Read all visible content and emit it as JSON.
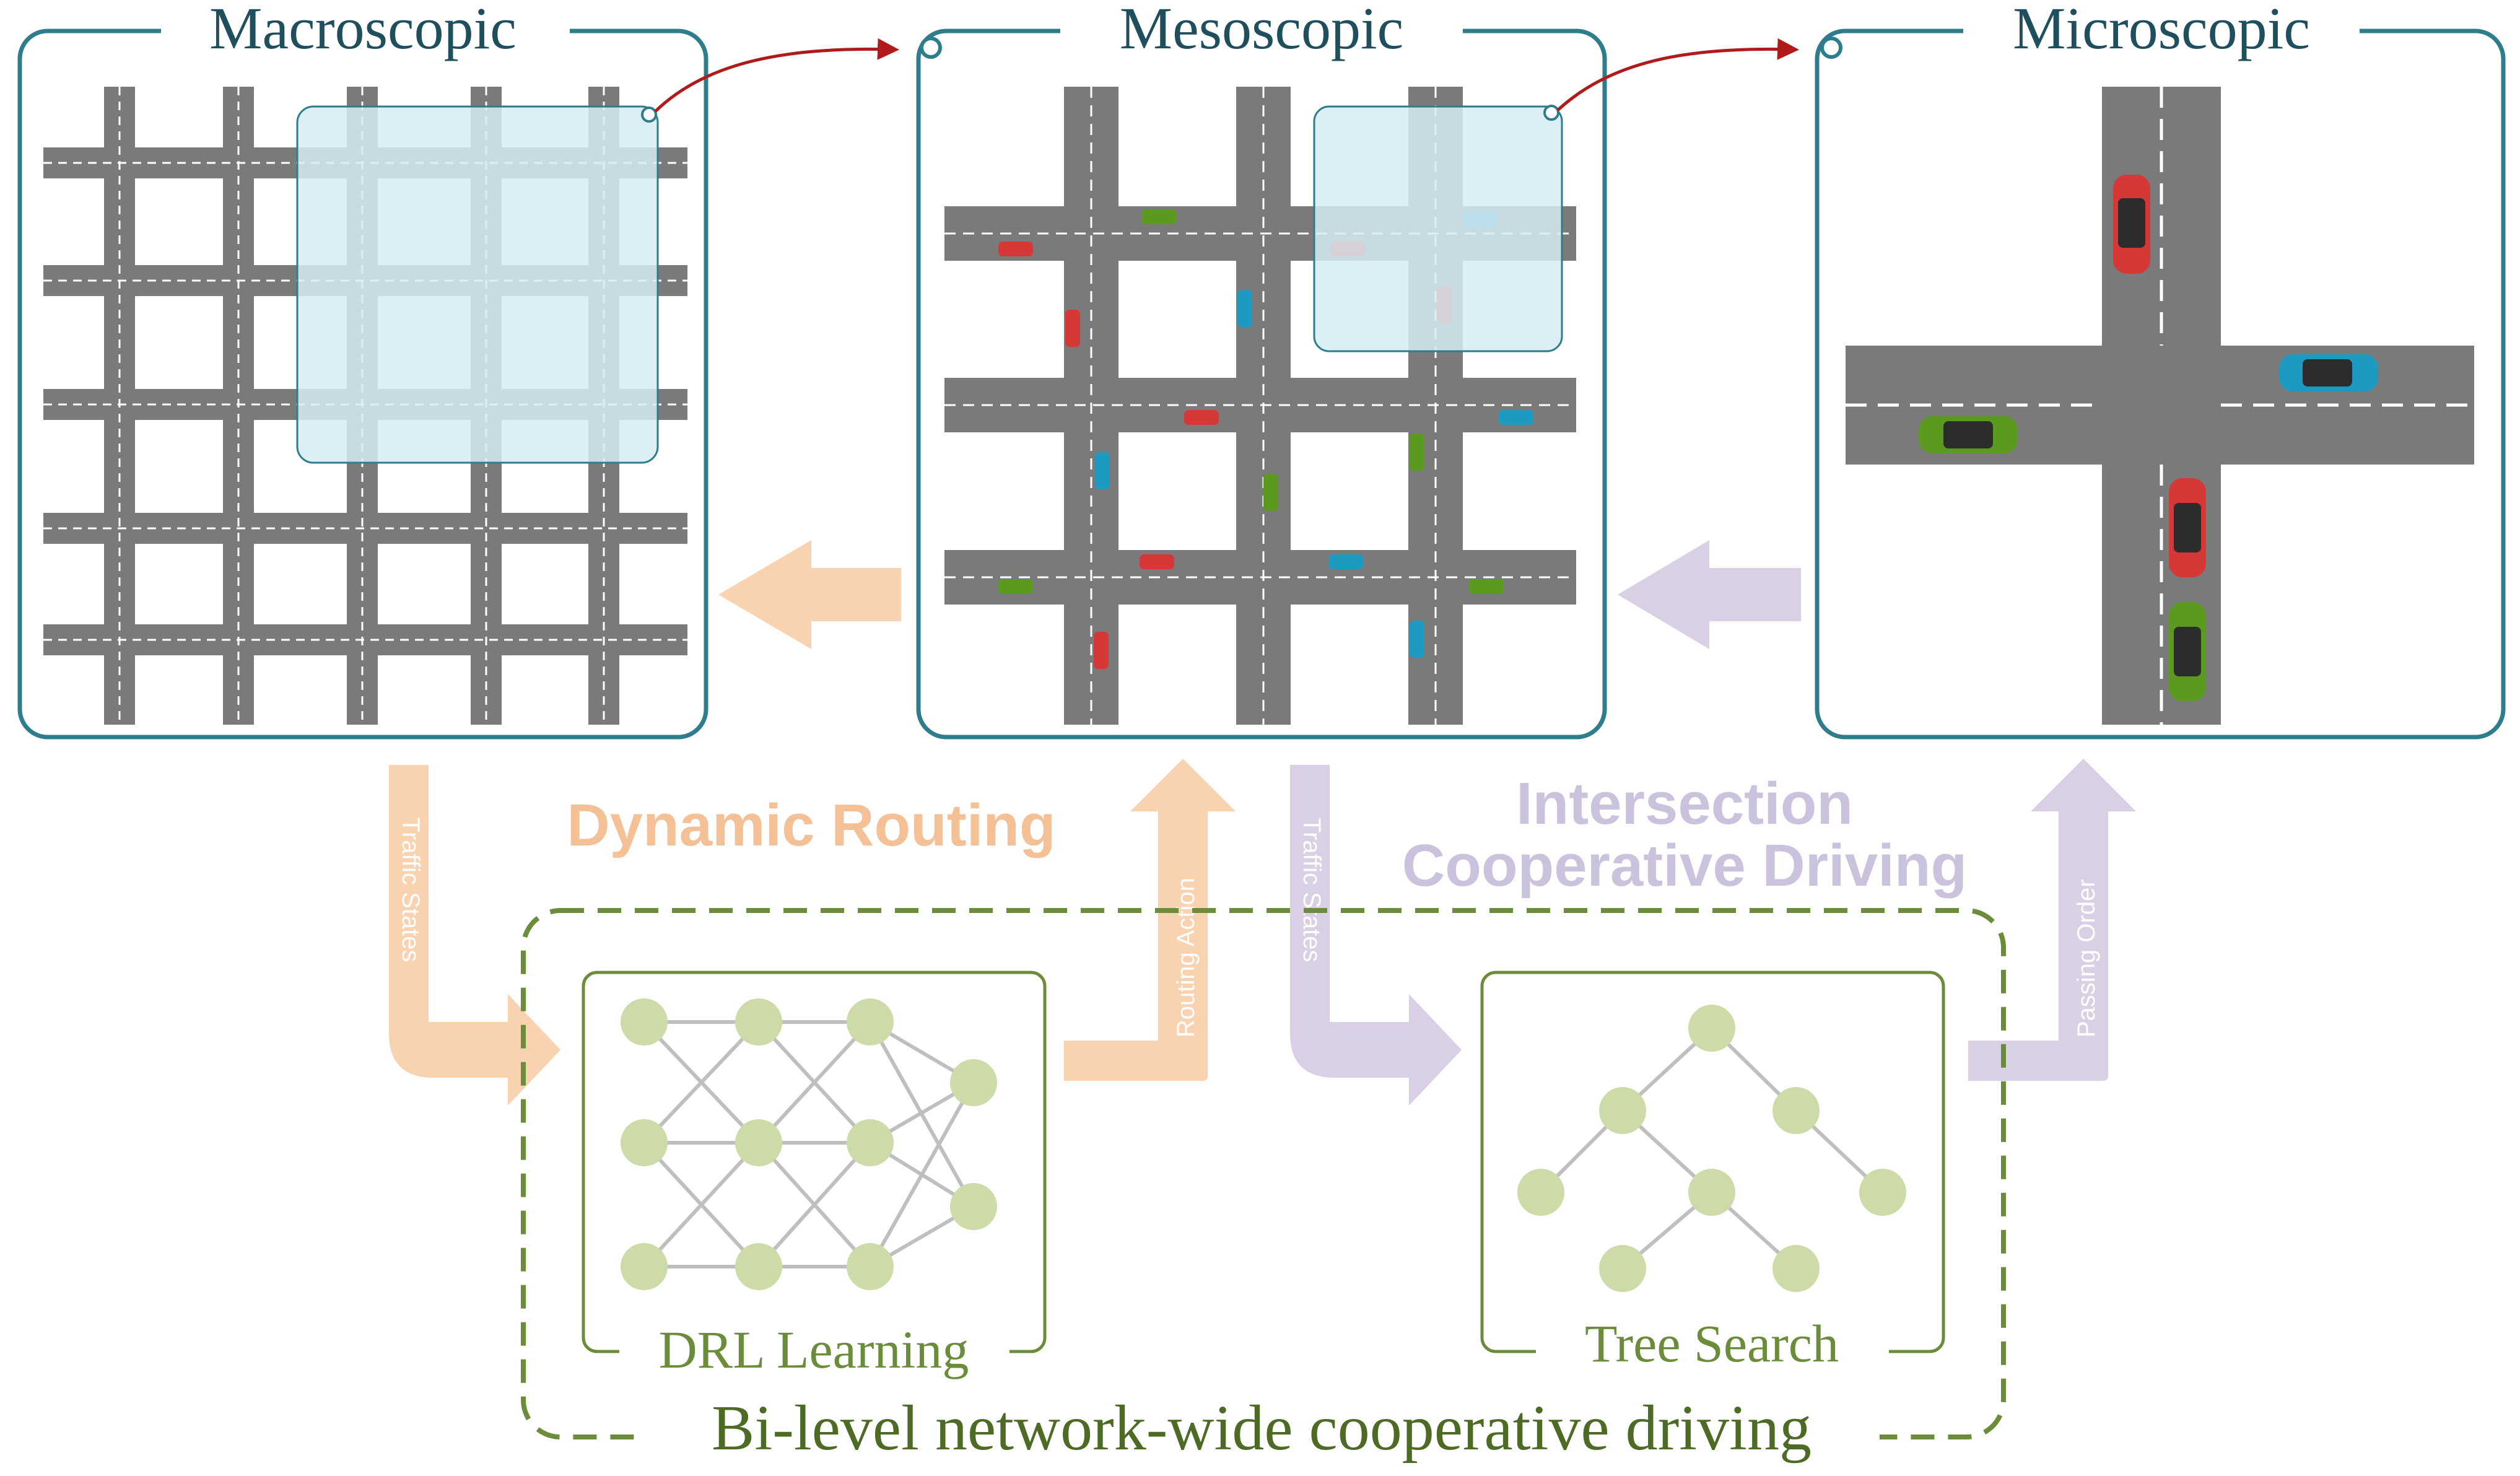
{
  "panels": {
    "macro": {
      "title": "Macroscopic"
    },
    "meso": {
      "title": "Mesoscopic"
    },
    "micro": {
      "title": "Microscopic"
    }
  },
  "labels": {
    "dynamic_routing": "Dynamic Routing",
    "intersection_line1": "Intersection",
    "intersection_line2": "Cooperative Driving",
    "traffic_states_left": "Traffic States",
    "routing_action": "Routing Action",
    "traffic_states_right": "Traffic States",
    "passing_order": "Passing Order"
  },
  "modules": {
    "drl": {
      "title": "DRL Learning"
    },
    "tree": {
      "title": "Tree Search"
    }
  },
  "bilevel": {
    "title": "Bi-level network-wide cooperative driving"
  },
  "colors": {
    "panel_border": "#2e7d8c",
    "panel_title": "#1f4f5c",
    "road": "#7a7a7a",
    "highlight": "#d6ecf3",
    "link_arrow": "#b01a1a",
    "orange": "#f9d2b0",
    "orange_text": "#f4c095",
    "purple": "#d9d0e6",
    "purple_text": "#cbc2dd",
    "green": "#6b8c3a",
    "node": "#cddba8",
    "edge": "#bfbfbf",
    "car_red": "#d63838",
    "car_green": "#5a9a1e",
    "car_blue": "#1e9ac2"
  }
}
